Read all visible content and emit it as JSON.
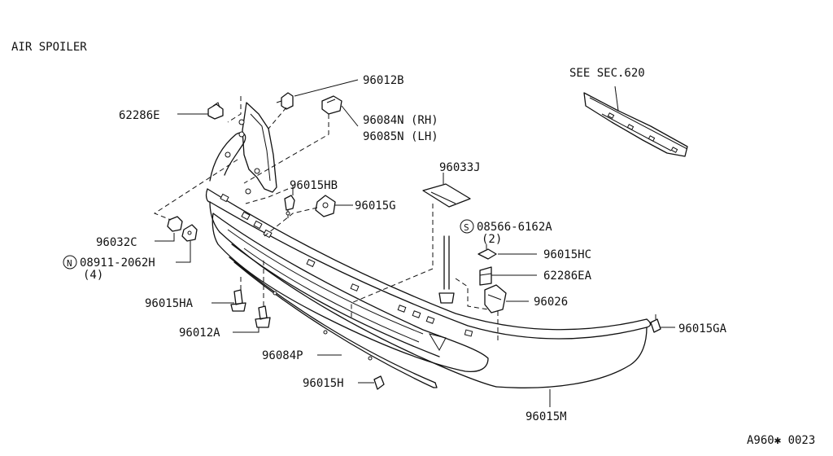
{
  "title": "AIR SPOILER",
  "figure_code": "A960✱ 0023",
  "symbols": {
    "s": "S",
    "n": "N"
  },
  "callouts": {
    "p96012b": "96012B",
    "p62286e": "62286E",
    "p96084n": "96084N (RH)",
    "p96085n": "96085N (LH)",
    "see_sec": "SEE SEC.620",
    "p96015hb": "96015HB",
    "p96015g": "96015G",
    "p96033j": "96033J",
    "p08566": "08566-6162A",
    "p08566_qty": "(2)",
    "p96032c": "96032C",
    "p08911": "08911-2062H",
    "p08911_qty": "(4)",
    "p96015hc": "96015HC",
    "p62286ea": "62286EA",
    "p96026": "96026",
    "p96015ha": "96015HA",
    "p96012a": "96012A",
    "p96015ga": "96015GA",
    "p96084p": "96084P",
    "p96015h": "96015H",
    "p96015m": "96015M"
  }
}
